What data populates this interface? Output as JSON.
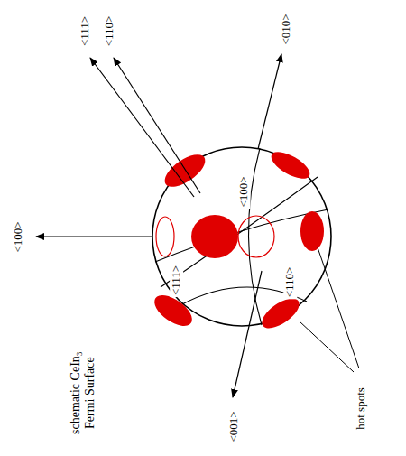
{
  "diagram": {
    "title": "schematic CeIn₃ Fermi Surface",
    "labels": [
      "<111>",
      "<110>",
      "<010>",
      "<100>",
      "<100>",
      "<111>",
      "<110>",
      "<001>",
      "hot spots"
    ]
  }
}
